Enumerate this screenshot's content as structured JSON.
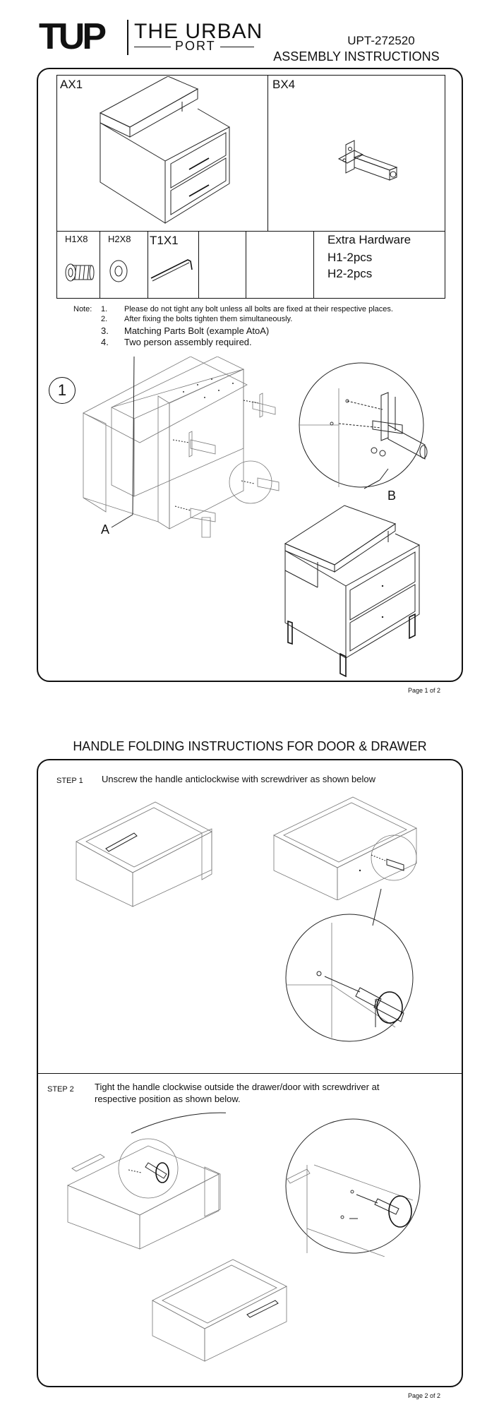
{
  "header": {
    "logo_mark": "TUP",
    "logo_name": "THE URBAN",
    "logo_sub": "PORT",
    "doc_code": "UPT-272520",
    "doc_title": "ASSEMBLY INSTRUCTIONS"
  },
  "parts": {
    "ax": "AX1",
    "bx": "BX4",
    "h1": "H1X8",
    "h2": "H2X8",
    "t1": "T1X1",
    "extra_title": "Extra Hardware",
    "extra_h1": "H1-2pcs",
    "extra_h2": "H2-2pcs"
  },
  "notes": {
    "label": "Note:",
    "items": [
      {
        "num": "1.",
        "text": "Please do not tight any bolt unless all bolts are fixed at their respective places."
      },
      {
        "num": "2.",
        "text": "After fixing the bolts tighten them simultaneously."
      },
      {
        "num": "3.",
        "text": "Matching Parts Bolt (example AtoA)"
      },
      {
        "num": "4.",
        "text": "Two person assembly required."
      }
    ]
  },
  "step1": {
    "number": "1",
    "label_a": "A",
    "label_b": "B"
  },
  "page1": {
    "page_no": "Page 1 of 2"
  },
  "page2": {
    "title": "HANDLE FOLDING INSTRUCTIONS FOR DOOR & DRAWER",
    "step1_label": "STEP 1",
    "step1_text": "Unscrew the handle anticlockwise with screwdriver as shown below",
    "step2_label": "STEP 2",
    "step2_text_line1": "Tight the handle clockwise outside the drawer/door with screwdriver at",
    "step2_text_line2": "respective position as shown below.",
    "page_no": "Page 2 of 2"
  }
}
